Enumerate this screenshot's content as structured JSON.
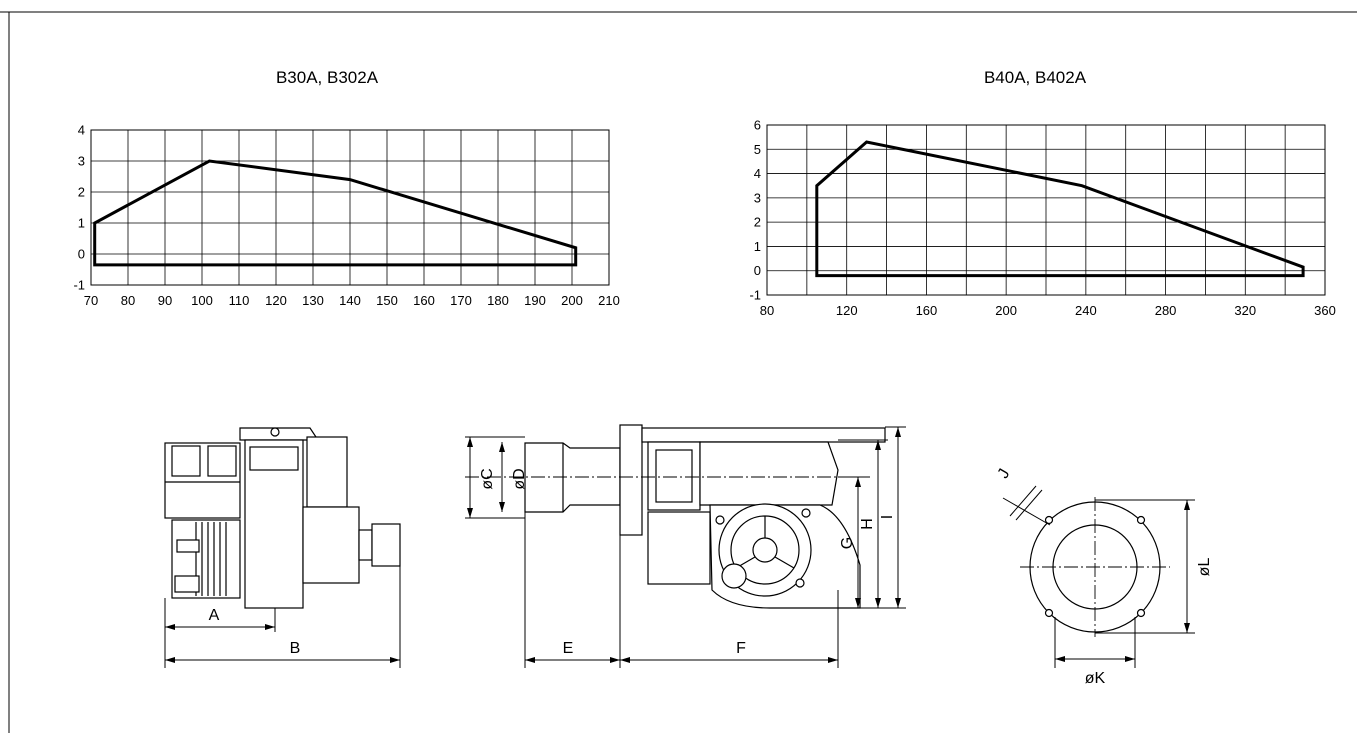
{
  "chart_data": [
    {
      "type": "line",
      "title": "B30A, B302A",
      "xlabel": "",
      "ylabel": "",
      "xlim": [
        70,
        210
      ],
      "ylim": [
        -1,
        4
      ],
      "xticks": [
        70,
        80,
        90,
        100,
        110,
        120,
        130,
        140,
        150,
        160,
        170,
        180,
        190,
        200,
        210
      ],
      "yticks": [
        -1,
        0,
        1,
        2,
        3,
        4
      ],
      "grid": true,
      "series": [
        {
          "x": [
            71,
            71,
            102,
            140,
            201,
            201,
            71
          ],
          "y": [
            -0.35,
            1,
            3,
            2.4,
            0.2,
            -0.35,
            -0.35
          ]
        }
      ]
    },
    {
      "type": "line",
      "title": "B40A, B402A",
      "xlabel": "",
      "ylabel": "",
      "xlim": [
        80,
        360
      ],
      "ylim": [
        -1,
        6
      ],
      "xticks": [
        80,
        120,
        160,
        200,
        240,
        280,
        320,
        360
      ],
      "yticks": [
        -1,
        0,
        1,
        2,
        3,
        4,
        5,
        6
      ],
      "grid": true,
      "series": [
        {
          "x": [
            105,
            105,
            130,
            238,
            349,
            349,
            105
          ],
          "y": [
            -0.2,
            3.5,
            5.3,
            3.5,
            0.15,
            -0.2,
            -0.2
          ]
        }
      ]
    }
  ],
  "dimensions": {
    "a": "A",
    "b": "B",
    "c": "øC",
    "d": "øD",
    "e": "E",
    "f": "F",
    "g": "G",
    "h": "H",
    "i": "I",
    "j": "J",
    "k": "øK",
    "l": "øL"
  }
}
